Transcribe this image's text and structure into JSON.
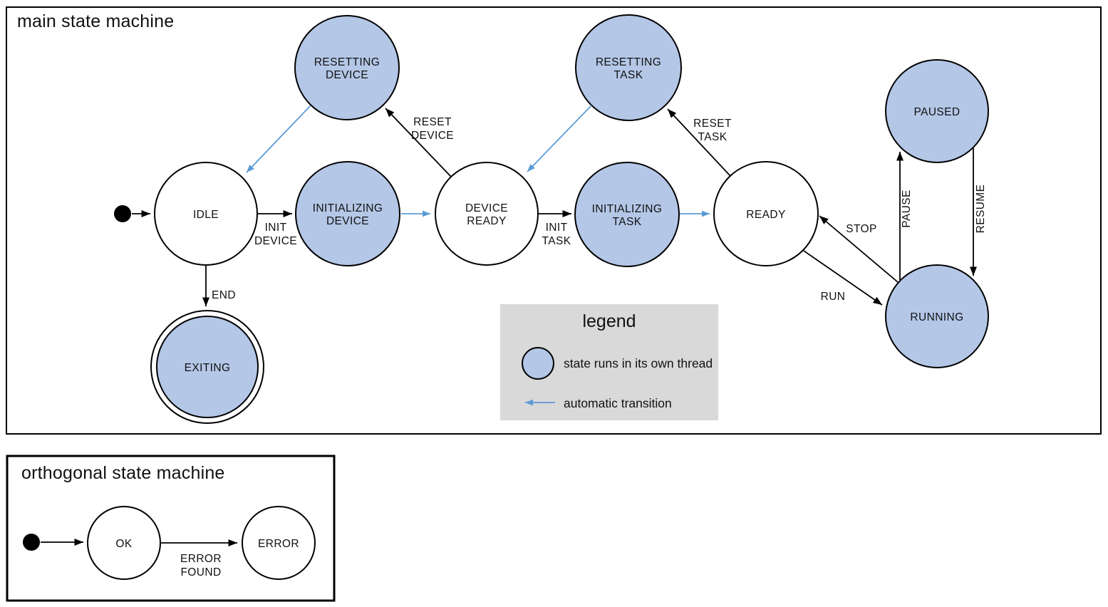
{
  "colors": {
    "state_thread_fill": "#b4c7e7",
    "auto_transition": "#5b9bd5",
    "legend_bg": "#d9d9d9",
    "line": "#000000"
  },
  "main_machine": {
    "title": "main state machine",
    "states": {
      "idle": {
        "label": "IDLE"
      },
      "resetting_device": {
        "line1": "RESETTING",
        "line2": "DEVICE"
      },
      "initializing_device": {
        "line1": "INITIALIZING",
        "line2": "DEVICE"
      },
      "device_ready": {
        "line1": "DEVICE",
        "line2": "READY"
      },
      "resetting_task": {
        "line1": "RESETTING",
        "line2": "TASK"
      },
      "initializing_task": {
        "line1": "INITIALIZING",
        "line2": "TASK"
      },
      "ready": {
        "label": "READY"
      },
      "paused": {
        "label": "PAUSED"
      },
      "running": {
        "label": "RUNNING"
      },
      "exiting": {
        "label": "EXITING"
      }
    },
    "transitions": {
      "init_device": {
        "line1": "INIT",
        "line2": "DEVICE"
      },
      "reset_device": {
        "line1": "RESET",
        "line2": "DEVICE"
      },
      "init_task": {
        "line1": "INIT",
        "line2": "TASK"
      },
      "reset_task": {
        "line1": "RESET",
        "line2": "TASK"
      },
      "end": "END",
      "stop": "STOP",
      "run": "RUN",
      "pause": "PAUSE",
      "resume": "RESUME"
    }
  },
  "legend": {
    "title": "legend",
    "thread_item": "state runs in its own thread",
    "auto_item": "automatic transition"
  },
  "orthogonal_machine": {
    "title": "orthogonal state machine",
    "states": {
      "ok": {
        "label": "OK"
      },
      "error": {
        "label": "ERROR"
      }
    },
    "transitions": {
      "error_found": {
        "line1": "ERROR",
        "line2": "FOUND"
      }
    }
  }
}
